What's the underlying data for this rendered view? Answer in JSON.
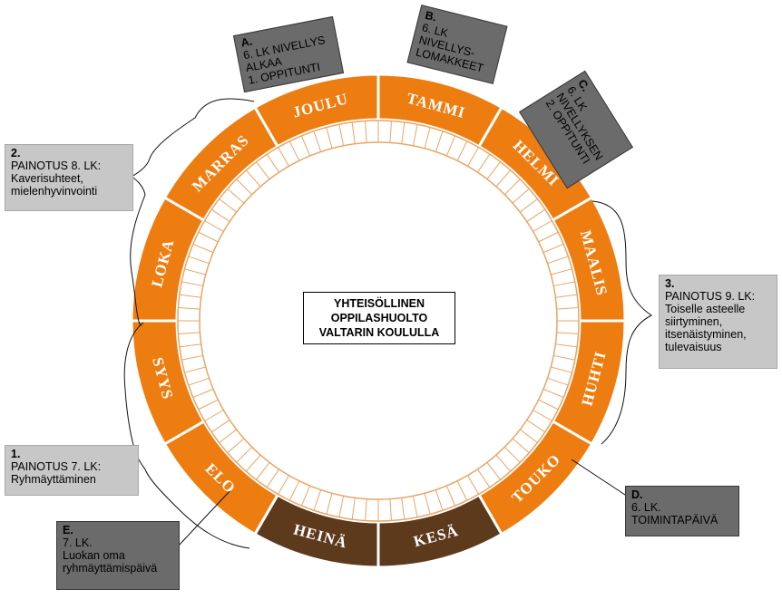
{
  "center_title": [
    "YHTEISÖLLINEN",
    "OPPILASHUOLTO",
    "VALTARIN KOULULLA"
  ],
  "months": [
    {
      "label": "JOULU",
      "color": "#ee7d11"
    },
    {
      "label": "TAMMI",
      "color": "#ee7d11"
    },
    {
      "label": "HELMI",
      "color": "#ee7d11"
    },
    {
      "label": "MAALIS",
      "color": "#ee7d11"
    },
    {
      "label": "HUHTI",
      "color": "#ee7d11"
    },
    {
      "label": "TOUKO",
      "color": "#ee7d11"
    },
    {
      "label": "KESÄ",
      "color": "#5e3a1d"
    },
    {
      "label": "HEINÄ",
      "color": "#5e3a1d"
    },
    {
      "label": "ELO",
      "color": "#ee7d11"
    },
    {
      "label": "SYYS",
      "color": "#ee7d11"
    },
    {
      "label": "LOKA",
      "color": "#ee7d11"
    },
    {
      "label": "MARRAS",
      "color": "#ee7d11"
    }
  ],
  "notes": {
    "A": {
      "letter": "A.",
      "lines": [
        "6. LK NIVELLYS",
        "ALKAA",
        "1. OPPITUNTI"
      ]
    },
    "B": {
      "letter": "B.",
      "lines": [
        "6. LK",
        "NIVELLYS-",
        "LOMAKKEET"
      ]
    },
    "C": {
      "letter": "C.",
      "lines": [
        "6. LK",
        "NIVELLYKSEN",
        "2. OPPITUNTI"
      ]
    },
    "D": {
      "letter": "D.",
      "lines": [
        "6. LK.",
        "TOIMINTAPÄIVÄ"
      ]
    },
    "E": {
      "letter": "E.",
      "lines": [
        "7. LK.",
        "Luokan oma",
        "ryhmäyttämispäivä"
      ]
    },
    "n1": {
      "letter": "1.",
      "lines": [
        "PAINOTUS 7. LK:",
        "Ryhmäyttäminen"
      ]
    },
    "n2": {
      "letter": "2.",
      "lines": [
        "PAINOTUS 8. LK:",
        "Kaverisuhteet,",
        "mielenhyvinvointi"
      ]
    },
    "n3": {
      "letter": "3.",
      "lines": [
        "PAINOTUS 9. LK:",
        "Toiselle asteelle",
        "siirtyminen,",
        "itsenäistyminen,",
        "tulevaisuus"
      ]
    }
  },
  "colors": {
    "orange": "#ee7d11",
    "brown": "#5e3a1d",
    "gray_note": "#c7c7c7",
    "dark_note": "#6b6b6b"
  }
}
